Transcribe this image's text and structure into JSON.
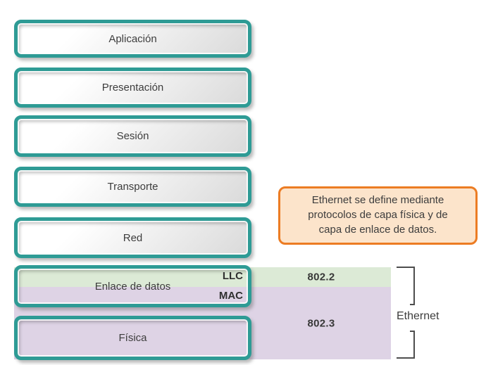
{
  "layers": [
    {
      "label": "Aplicación"
    },
    {
      "label": "Presentación"
    },
    {
      "label": "Sesión"
    },
    {
      "label": "Transporte"
    },
    {
      "label": "Red"
    },
    {
      "label": "Enlace de datos",
      "sublabels": {
        "top": "LLC",
        "bottom": "MAC"
      }
    },
    {
      "label": "Física"
    }
  ],
  "ethernet_section": {
    "llc_standard": "802.2",
    "mac_standard": "802.3",
    "bracket_label": "Ethernet"
  },
  "callout": {
    "lines": [
      "Ethernet se define mediante",
      "protocolos de capa física y de",
      "capa de enlace de datos."
    ]
  },
  "colors": {
    "teal_border": "#2e9b95",
    "llc_green": "#dcead6",
    "mac_purple": "#ded3e5",
    "callout_border": "#ec7c23",
    "callout_fill": "#fce4cb",
    "text": "#3d3d3d"
  }
}
